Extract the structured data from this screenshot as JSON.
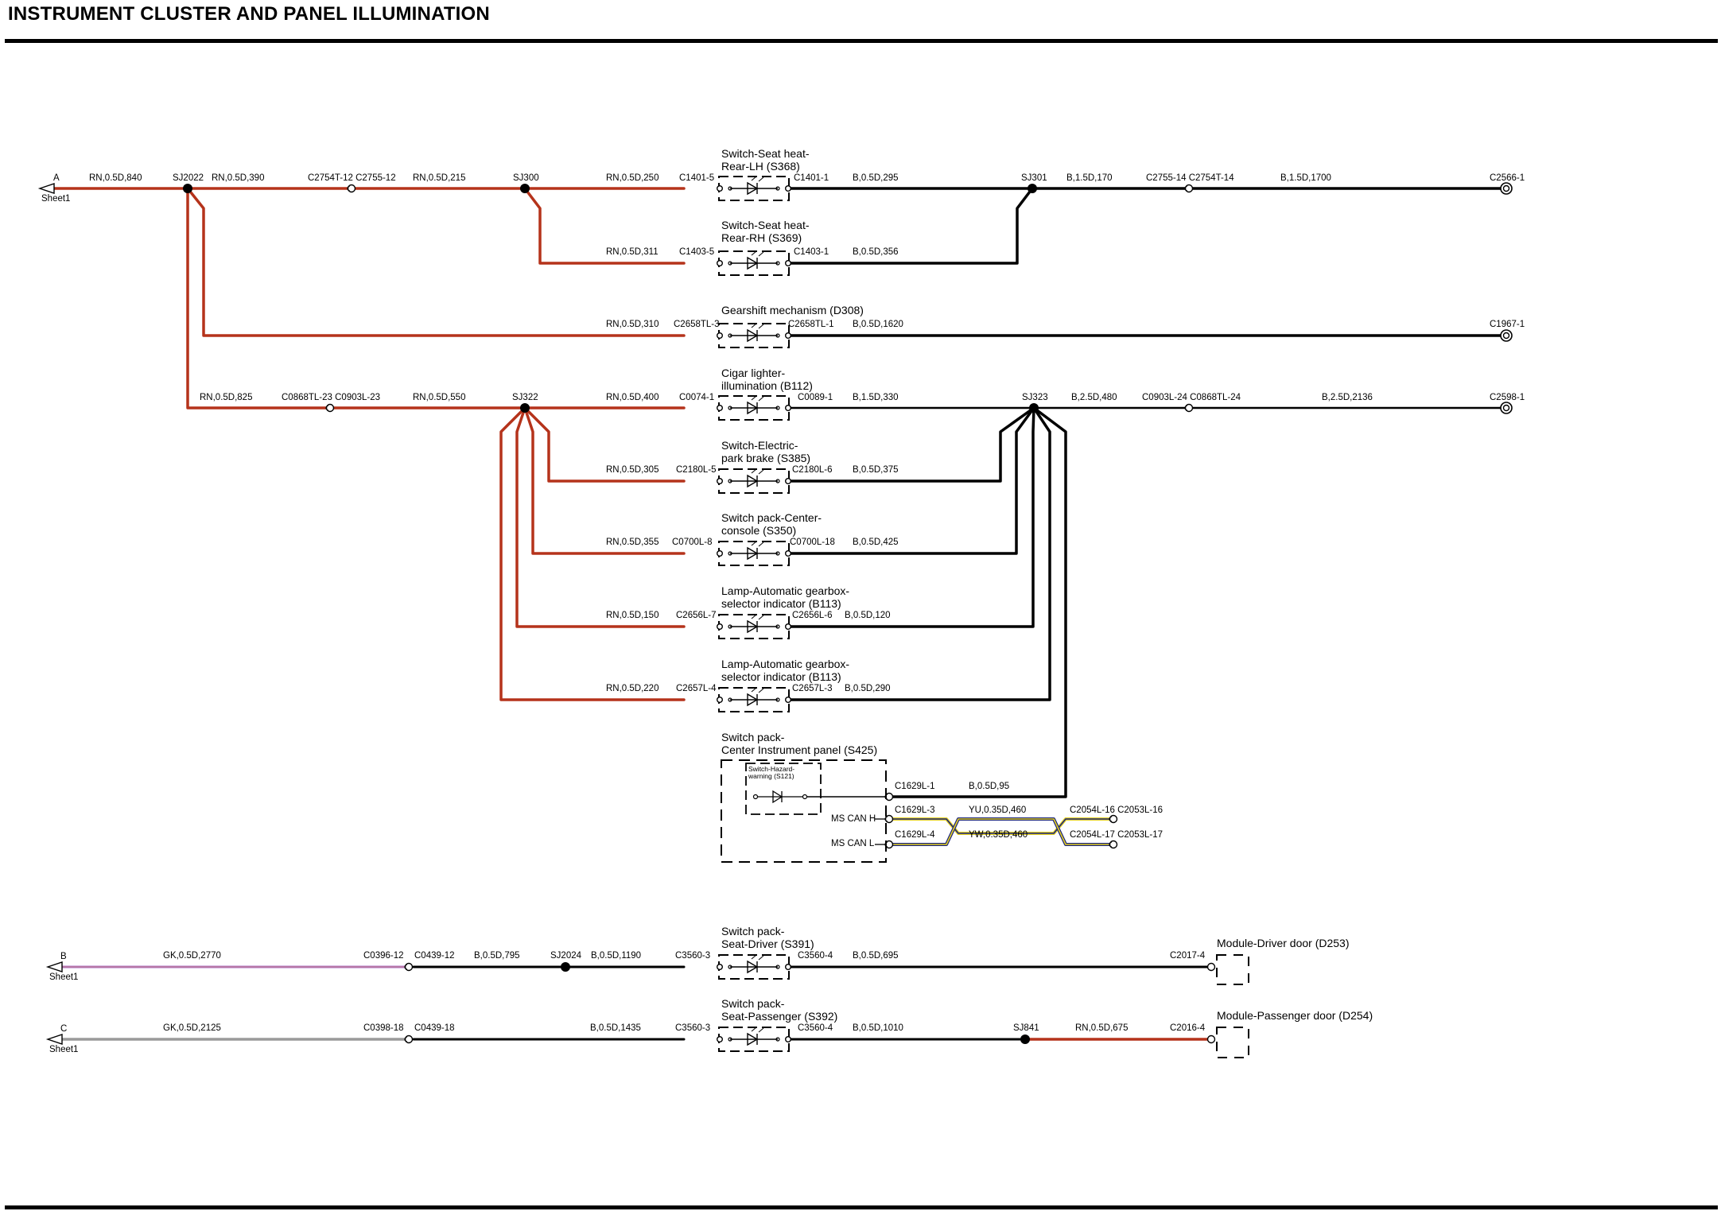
{
  "title": "INSTRUMENT CLUSTER AND PANEL ILLUMINATION",
  "colors": {
    "RN": "#b5331b",
    "B": "#000000",
    "GK_pink": "#c9a0dc",
    "GK_grey": "#9a9a9a",
    "YU_blue": "#1a237e",
    "YW_yellow": "#e6d21e"
  },
  "sheet_refs": [
    {
      "letter": "A",
      "sheet": "Sheet1"
    },
    {
      "letter": "B",
      "sheet": "Sheet1"
    },
    {
      "letter": "C",
      "sheet": "Sheet1"
    }
  ],
  "splices": [
    "SJ2022",
    "SJ300",
    "SJ301",
    "SJ322",
    "SJ323",
    "SJ2024",
    "SJ841"
  ],
  "components": [
    {
      "id": "S368",
      "line1": "Switch-Seat heat-",
      "line2": "Rear-LH (S368)",
      "left_conn": "C1401-5",
      "right_conn": "C1401-1"
    },
    {
      "id": "S369",
      "line1": "Switch-Seat heat-",
      "line2": "Rear-RH (S369)",
      "left_conn": "C1403-5",
      "right_conn": "C1403-1"
    },
    {
      "id": "D308",
      "line1": "Gearshift mechanism (D308)",
      "line2": "",
      "left_conn": "C2658TL-3",
      "right_conn": "C2658TL-1"
    },
    {
      "id": "B112",
      "line1": "Cigar lighter-",
      "line2": "illumination (B112)",
      "left_conn": "C0074-1",
      "right_conn": "C0089-1"
    },
    {
      "id": "S385",
      "line1": "Switch-Electric-",
      "line2": "park brake (S385)",
      "left_conn": "C2180L-5",
      "right_conn": "C2180L-6"
    },
    {
      "id": "S350",
      "line1": "Switch pack-Center-",
      "line2": "console (S350)",
      "left_conn": "C0700L-8",
      "right_conn": "C0700L-18"
    },
    {
      "id": "B113a",
      "line1": "Lamp-Automatic gearbox-",
      "line2": "selector indicator (B113)",
      "left_conn": "C2656L-7",
      "right_conn": "C2656L-6"
    },
    {
      "id": "B113b",
      "line1": "Lamp-Automatic gearbox-",
      "line2": "selector indicator (B113)",
      "left_conn": "C2657L-4",
      "right_conn": "C2657L-3"
    },
    {
      "id": "S391",
      "line1": "Switch pack-",
      "line2": "Seat-Driver (S391)",
      "left_conn": "C3560-3",
      "right_conn": "C3560-4"
    },
    {
      "id": "S392",
      "line1": "Switch pack-",
      "line2": "Seat-Passenger (S392)",
      "left_conn": "C3560-3",
      "right_conn": "C3560-4"
    }
  ],
  "s425": {
    "line1": "Switch pack-",
    "line2": "Center Instrument panel (S425)",
    "inner_line1": "Switch-Hazard-",
    "inner_line2": "warning (S121)",
    "ms_can_h": "MS CAN H",
    "ms_can_l": "MS CAN L",
    "conn_1": "C1629L-1",
    "conn_3": "C1629L-3",
    "conn_4": "C1629L-4",
    "wire_1": "B,0.5D,95",
    "wire_h": "YU,0.35D,460",
    "wire_l": "YW,0.35D,460",
    "end_h": "C2054L-16 C2053L-16",
    "end_l": "C2054L-17 C2053L-17"
  },
  "modules": [
    {
      "label": "Module-Driver door (D253)",
      "conn": "C2017-4"
    },
    {
      "label": "Module-Passenger door (D254)",
      "conn": "C2016-4"
    }
  ],
  "wires": {
    "a1": "RN,0.5D,840",
    "a2": "RN,0.5D,390",
    "a3": "RN,0.5D,215",
    "a4": "RN,0.5D,250",
    "a5": "B,0.5D,295",
    "a6": "B,1.5D,170",
    "a7": "B,1.5D,1700",
    "b1": "RN,0.5D,311",
    "b2": "B,0.5D,356",
    "c1": "RN,0.5D,310",
    "c2": "B,0.5D,1620",
    "d1": "RN,0.5D,825",
    "d2": "RN,0.5D,550",
    "d3": "RN,0.5D,400",
    "d4": "B,1.5D,330",
    "d5": "B,2.5D,480",
    "d6": "B,2.5D,2136",
    "e1": "RN,0.5D,305",
    "e2": "B,0.5D,375",
    "f1": "RN,0.5D,355",
    "f2": "B,0.5D,425",
    "g1": "RN,0.5D,150",
    "g2": "B,0.5D,120",
    "h1": "RN,0.5D,220",
    "h2": "B,0.5D,290",
    "j1": "GK,0.5D,2770",
    "j2": "B,0.5D,795",
    "j3": "B,0.5D,1190",
    "j4": "B,0.5D,695",
    "k1": "GK,0.5D,2125",
    "k2": "B,0.5D,1435",
    "k3": "B,0.5D,1010",
    "k4": "RN,0.5D,675"
  },
  "inline_connectors": {
    "a_mid": "C2754T-12 C2755-12",
    "a_right": "C2755-14 C2754T-14",
    "a_end": "C2566-1",
    "c_end": "C1967-1",
    "d_left": "C0868TL-23 C0903L-23",
    "d_right": "C0903L-24 C0868TL-24",
    "d_end": "C2598-1",
    "j_a": "C0396-12",
    "j_b": "C0439-12",
    "k_a": "C0398-18",
    "k_b": "C0439-18"
  }
}
